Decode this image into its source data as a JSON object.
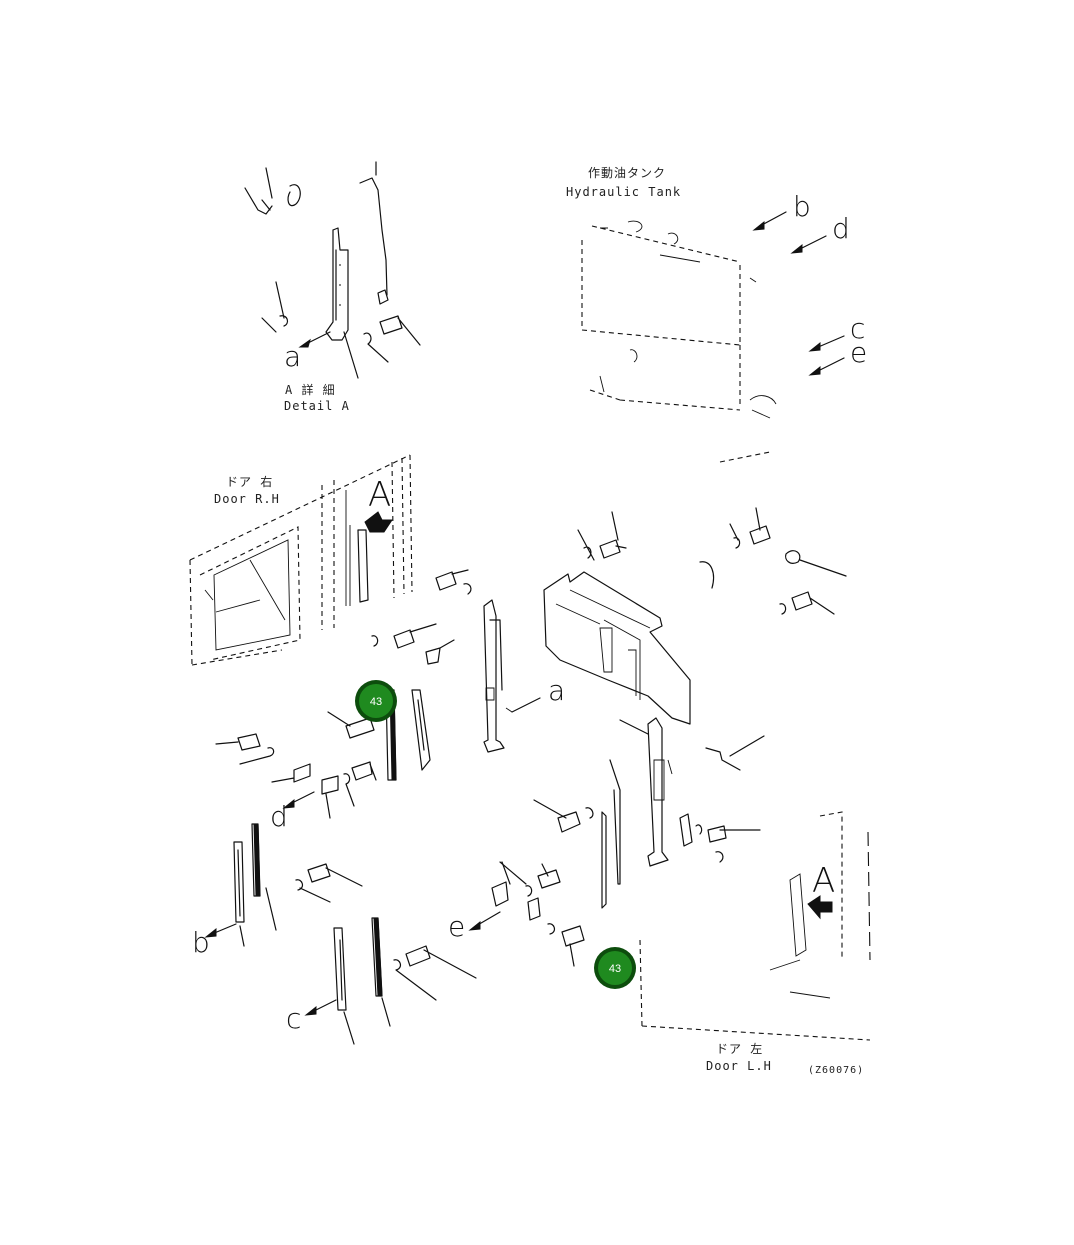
{
  "captions": {
    "tank_jp": "作動油タンク",
    "tank_en": "Hydraulic Tank",
    "detail_jp": "A 詳 細",
    "detail_en": "Detail A",
    "door_rh_jp": "ドア 右",
    "door_rh_en": "Door R.H",
    "door_lh_jp": "ドア 左",
    "door_lh_en": "Door L.H",
    "drawing_no": "(Z60076)"
  },
  "letters": {
    "a_detail": "a",
    "a_bracket": "a",
    "b_tank": "b",
    "d_tank": "d",
    "c_tank": "c",
    "e_tank": "e",
    "d_left": "d",
    "b_left": "b",
    "c_left": "c",
    "e_mid": "e",
    "view_A_top": "A",
    "view_A_right": "A"
  },
  "callouts": [
    {
      "label": "43"
    },
    {
      "label": "43"
    }
  ],
  "colors": {
    "callout_fill": "#1f8a1f",
    "callout_ring": "#0d4d0d",
    "line": "#111111"
  }
}
